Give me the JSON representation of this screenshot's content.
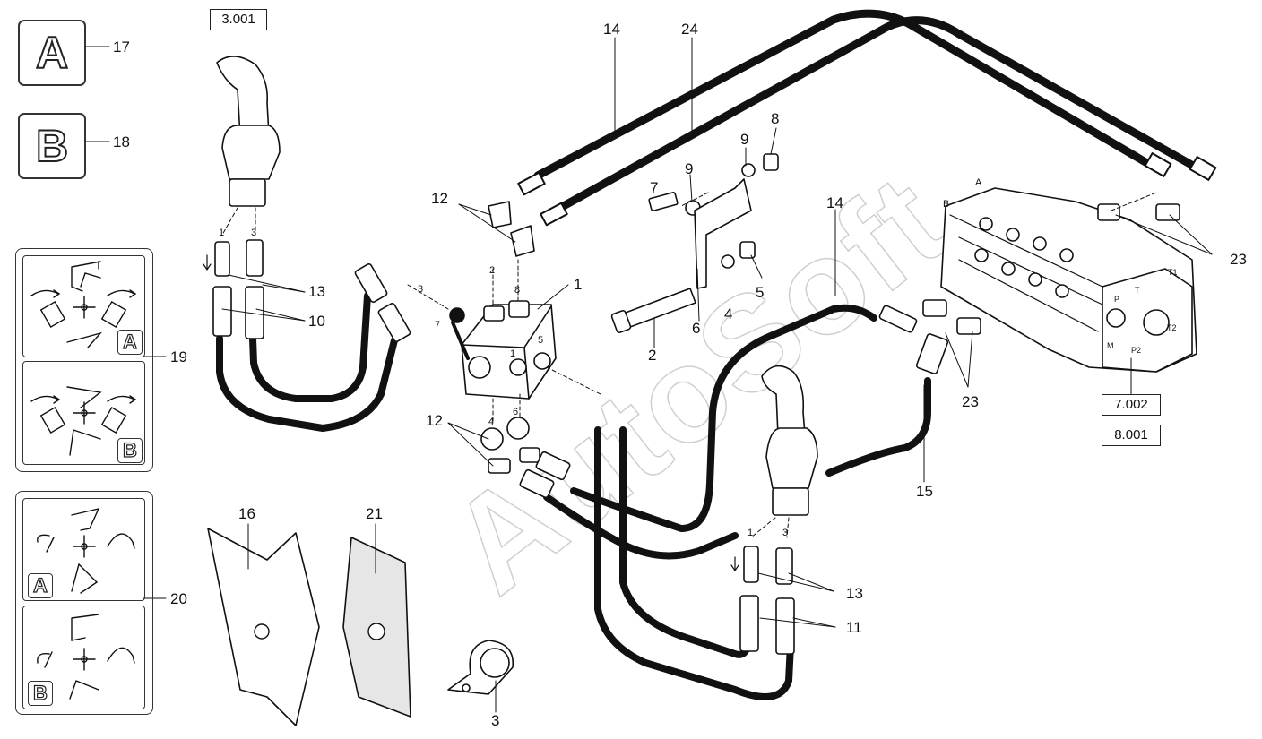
{
  "watermark": "AutoSoft",
  "reference_boxes": {
    "top_joystick": "3.001",
    "valve_bank_1": "7.002",
    "valve_bank_2": "8.001"
  },
  "legend": {
    "letter_a": "A",
    "letter_b": "B",
    "callout_a": "17",
    "callout_b": "18",
    "pattern_19": "19",
    "pattern_20": "20",
    "badge_a": "A",
    "badge_b": "B"
  },
  "callouts": {
    "c1": "1",
    "c2": "2",
    "c3": "3",
    "c4": "4",
    "c5": "5",
    "c6": "6",
    "c7": "7",
    "c8": "8",
    "c9a": "9",
    "c9b": "9",
    "c10": "10",
    "c11": "11",
    "c12a": "12",
    "c12b": "12",
    "c13a": "13",
    "c13b": "13",
    "c14a": "14",
    "c14b": "14",
    "c15": "15",
    "c16": "16",
    "c21": "21",
    "c23a": "23",
    "c23b": "23",
    "c24": "24"
  },
  "port_labels": {
    "p1": "1",
    "p2": "2",
    "p4": "4",
    "p5": "5",
    "p6": "6",
    "p8": "8",
    "j1a": "1",
    "j3a": "3",
    "j1b": "1",
    "j3b": "3",
    "h3": "3",
    "h7": "7",
    "h4": "4"
  },
  "valve_labels": {
    "A": "A",
    "B": "B",
    "T1": "T1",
    "T": "T",
    "P": "P",
    "T2": "T2",
    "M": "M",
    "P2": "P2"
  }
}
